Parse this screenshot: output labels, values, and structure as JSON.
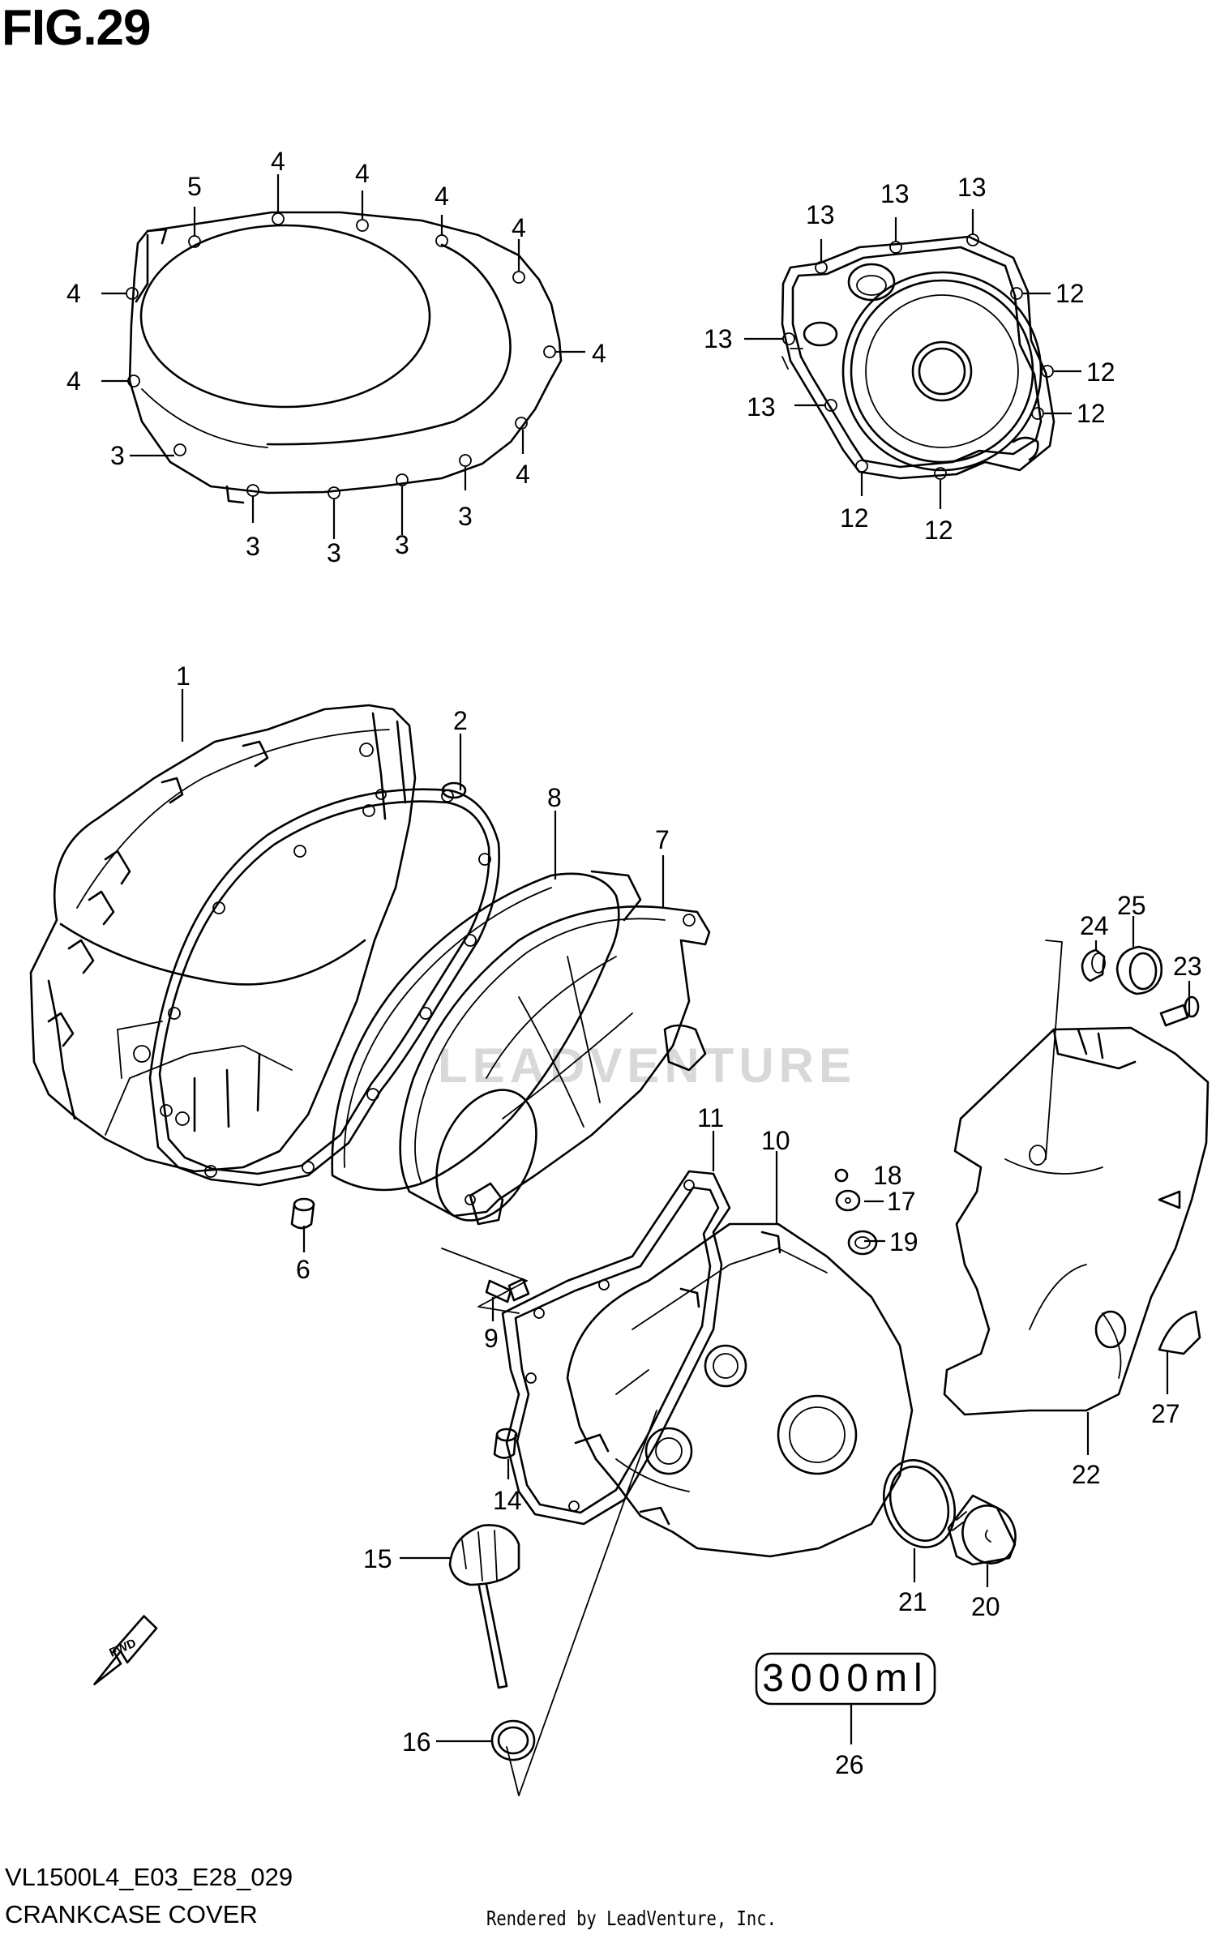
{
  "figure": {
    "title": "FIG.29",
    "code": "VL1500L4_E03_E28_029",
    "name": "CRANKCASE COVER",
    "rendered_by": "Rendered by LeadVenture, Inc.",
    "watermark": "LEADVENTURE",
    "oil_label": "3000ml"
  },
  "parts": [
    "1",
    "2",
    "3",
    "4",
    "5",
    "6",
    "7",
    "8",
    "9",
    "10",
    "11",
    "12",
    "13",
    "14",
    "15",
    "16",
    "17",
    "18",
    "19",
    "20",
    "21",
    "22",
    "23",
    "24",
    "25",
    "26",
    "27"
  ],
  "callouts": [
    {
      "part": "1",
      "label": "1"
    },
    {
      "part": "2",
      "label": "2"
    },
    {
      "part": "3",
      "label": "3"
    },
    {
      "part": "3",
      "label": "3"
    },
    {
      "part": "3",
      "label": "3"
    },
    {
      "part": "3",
      "label": "3"
    },
    {
      "part": "3",
      "label": "3"
    },
    {
      "part": "4",
      "label": "4"
    },
    {
      "part": "4",
      "label": "4"
    },
    {
      "part": "4",
      "label": "4"
    },
    {
      "part": "4",
      "label": "4"
    },
    {
      "part": "4",
      "label": "4"
    },
    {
      "part": "4",
      "label": "4"
    },
    {
      "part": "4",
      "label": "4"
    },
    {
      "part": "4",
      "label": "4"
    },
    {
      "part": "5",
      "label": "5"
    },
    {
      "part": "6",
      "label": "6"
    },
    {
      "part": "7",
      "label": "7"
    },
    {
      "part": "8",
      "label": "8"
    },
    {
      "part": "9",
      "label": "9"
    },
    {
      "part": "10",
      "label": "10"
    },
    {
      "part": "11",
      "label": "11"
    },
    {
      "part": "12",
      "label": "12"
    },
    {
      "part": "12",
      "label": "12"
    },
    {
      "part": "12",
      "label": "12"
    },
    {
      "part": "12",
      "label": "12"
    },
    {
      "part": "12",
      "label": "12"
    },
    {
      "part": "13",
      "label": "13"
    },
    {
      "part": "13",
      "label": "13"
    },
    {
      "part": "13",
      "label": "13"
    },
    {
      "part": "13",
      "label": "13"
    },
    {
      "part": "13",
      "label": "13"
    },
    {
      "part": "14",
      "label": "14"
    },
    {
      "part": "15",
      "label": "15"
    },
    {
      "part": "16",
      "label": "16"
    },
    {
      "part": "17",
      "label": "17"
    },
    {
      "part": "18",
      "label": "18"
    },
    {
      "part": "19",
      "label": "19"
    },
    {
      "part": "20",
      "label": "20"
    },
    {
      "part": "21",
      "label": "21"
    },
    {
      "part": "22",
      "label": "22"
    },
    {
      "part": "23",
      "label": "23"
    },
    {
      "part": "24",
      "label": "24"
    },
    {
      "part": "25",
      "label": "25"
    },
    {
      "part": "26",
      "label": "26"
    },
    {
      "part": "27",
      "label": "27"
    }
  ],
  "fwd_label": "FWD"
}
